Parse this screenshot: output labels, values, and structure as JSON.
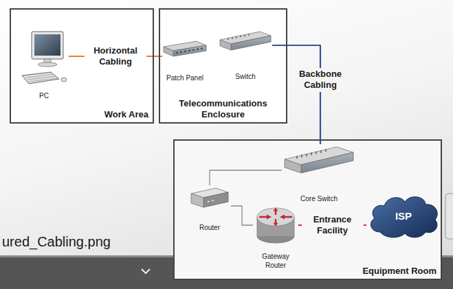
{
  "diagram": {
    "nodes": [
      {
        "text": [
          "Work Area"
        ]
      },
      {
        "text": [
          "PC"
        ],
        "in": 0
      },
      {
        "text": [
          "Telecommunications Enclosure"
        ]
      },
      {
        "text": [
          "Patch Panel"
        ],
        "in": 2
      },
      {
        "text": [
          "Switch"
        ],
        "in": 2
      },
      {
        "text": [
          "Equipment Room"
        ]
      },
      {
        "text": [
          "Core Switch"
        ],
        "in": 5
      },
      {
        "text": [
          "Router"
        ],
        "in": 5
      },
      {
        "text": [
          "Gateway Router"
        ],
        "in": 5
      },
      {
        "text": [
          "ISP"
        ],
        "in": 5
      }
    ],
    "edges": [
      {
        "from": 1,
        "to": 3,
        "arrow": "none",
        "label": "Horizontal Cabling"
      },
      {
        "from": 4,
        "to": 6,
        "arrow": "none",
        "label": "Backbone Cabling"
      },
      {
        "from": 6,
        "to": 7,
        "arrow": "none"
      },
      {
        "from": 7,
        "to": 8,
        "arrow": "none"
      },
      {
        "from": 8,
        "to": 9,
        "arrow": "none",
        "label": "Entrance Facility"
      }
    ],
    "labels": [
      "ured_Cabling.png"
    ]
  }
}
